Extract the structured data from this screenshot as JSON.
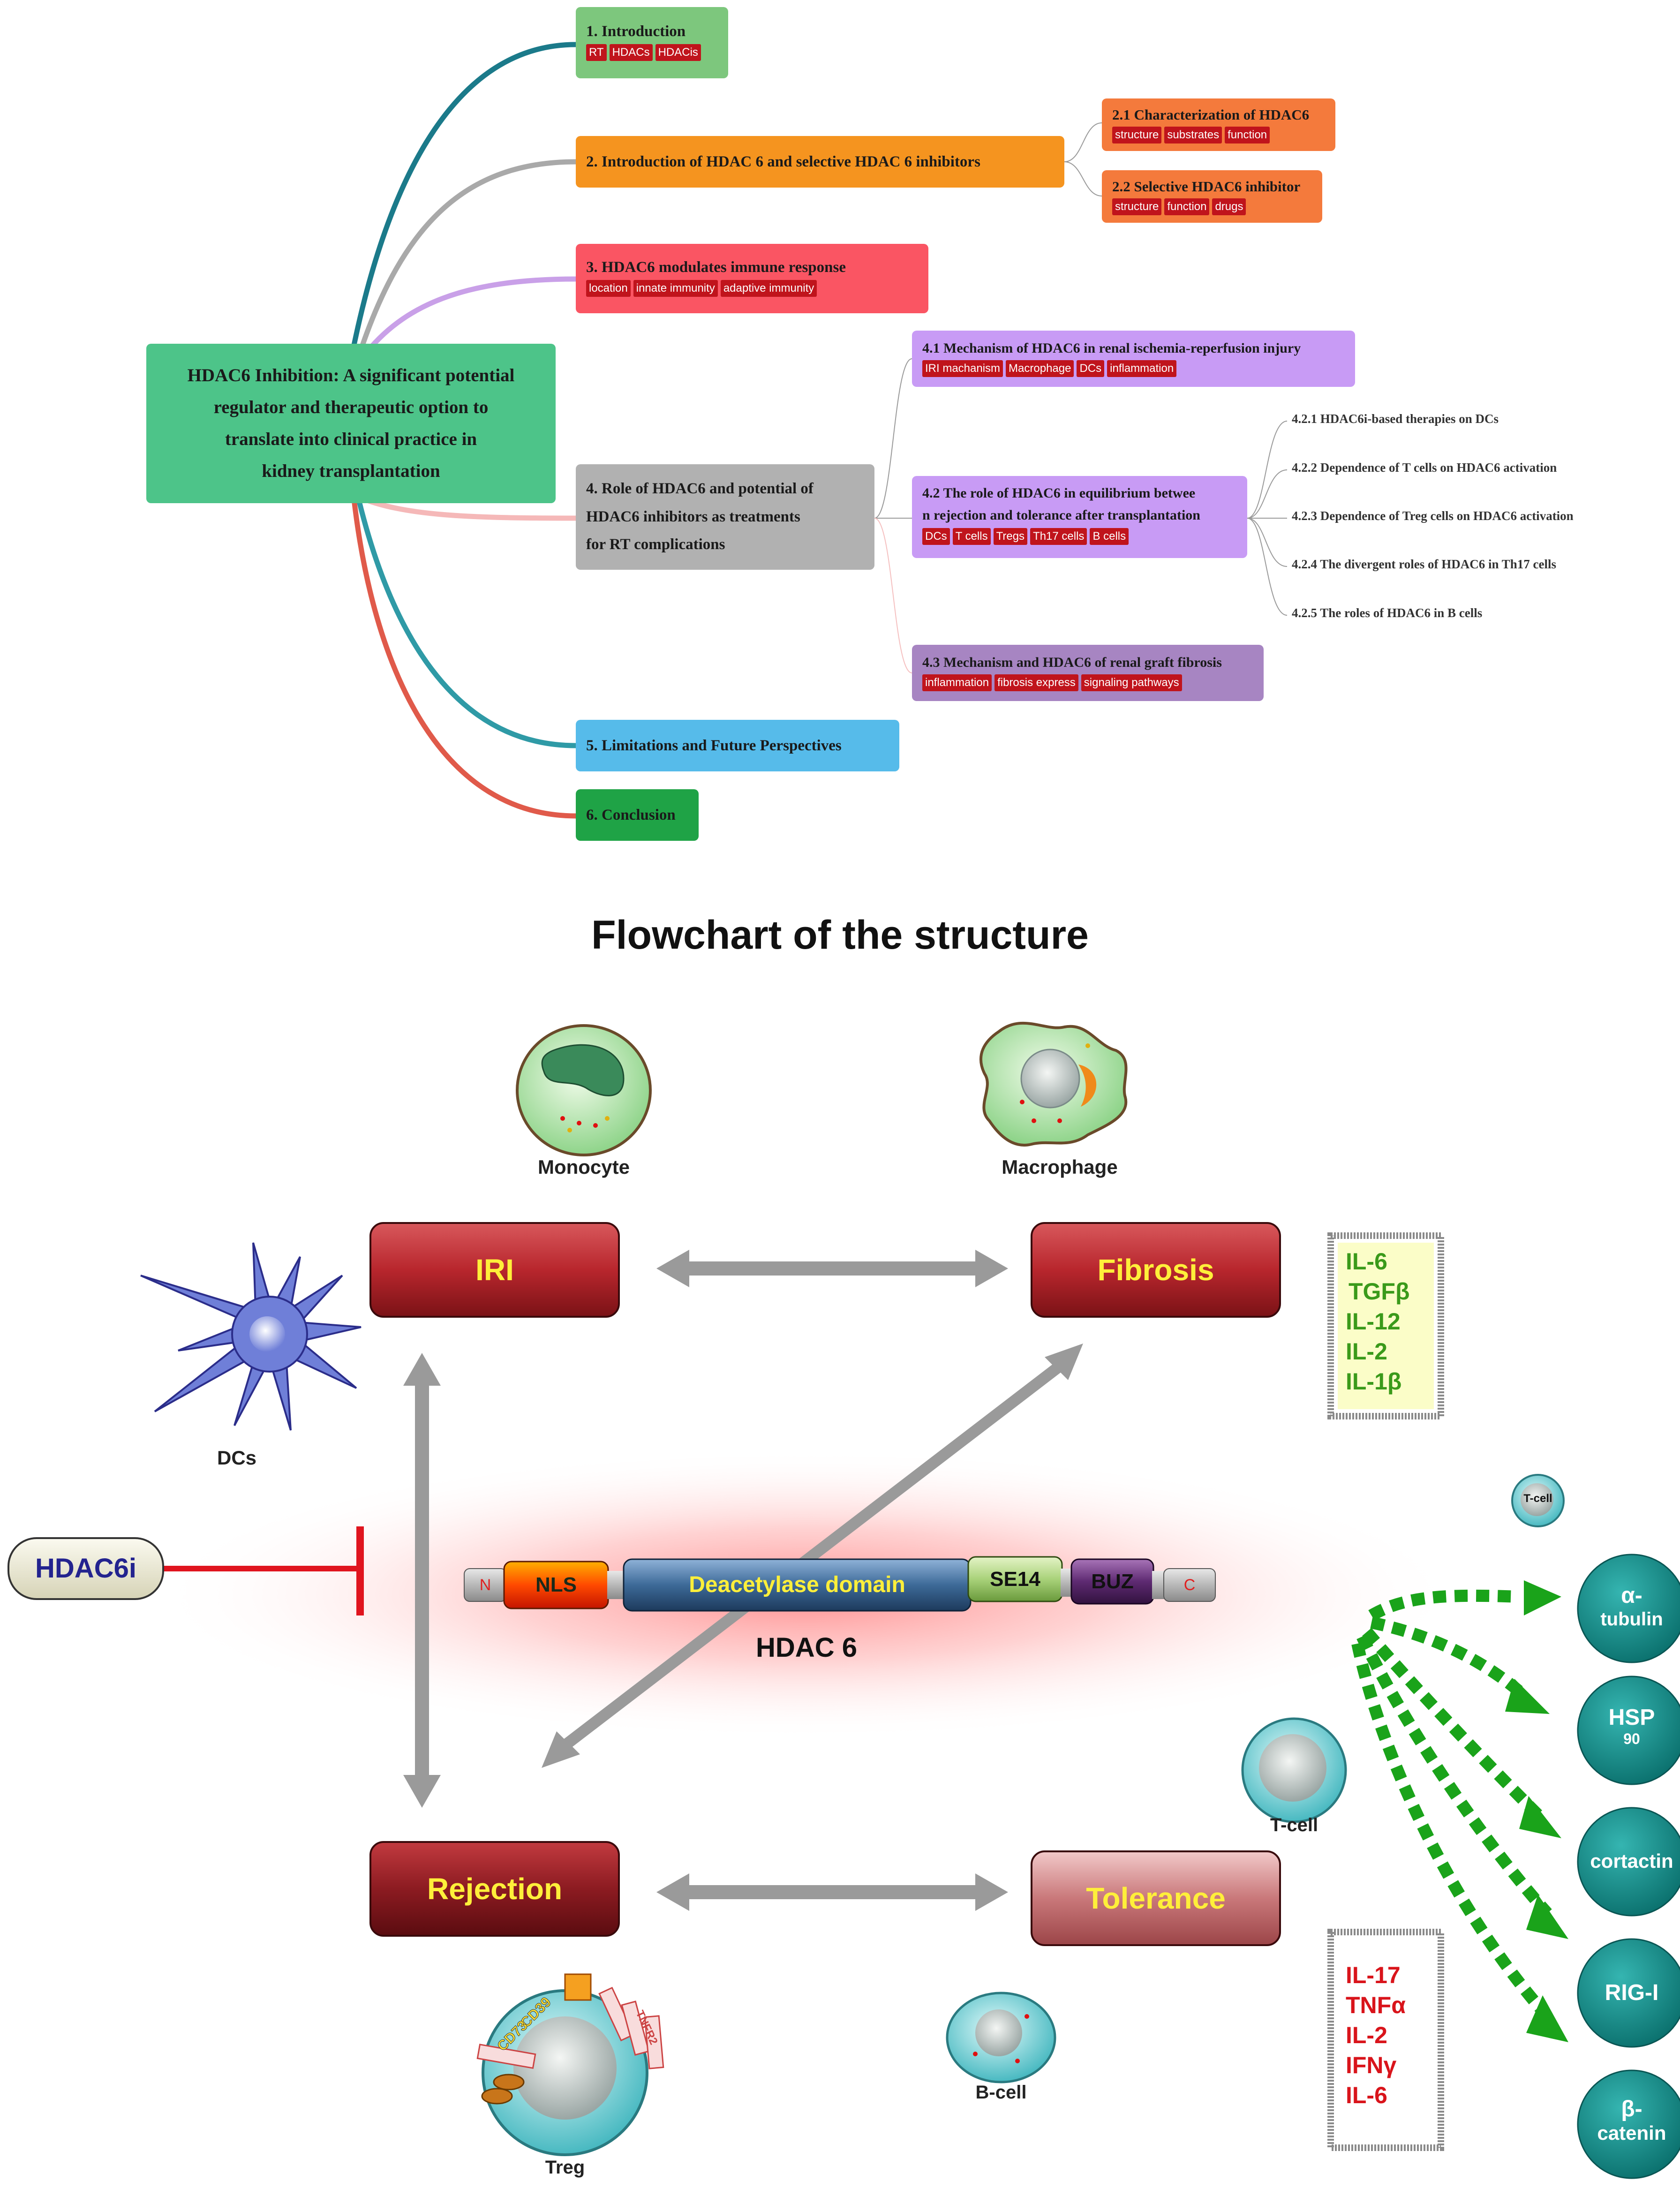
{
  "mindmap": {
    "center": {
      "lines": [
        "HDAC6 Inhibition: A significant potential",
        "regulator   and therapeutic  option to",
        "translate into clinical practice in",
        "kidney transplantation"
      ],
      "color": "#4dc489"
    },
    "nodes": [
      {
        "title": "1. Introduction",
        "tags": [
          "RT",
          "HDACs",
          "HDACis"
        ],
        "color": "#7dc77d"
      },
      {
        "title": "2. Introduction of HDAC 6 and   selective HDAC 6 inhibitors",
        "tags": [],
        "color": "#f5941f"
      },
      {
        "title": "3. HDAC6 modulates  immune response",
        "tags": [
          "location",
          "innate immunity",
          "adaptive immunity"
        ],
        "color": "#fa5563"
      },
      {
        "lines": [
          "4. Role of HDAC6 and potential of",
          "HDAC6 inhibitors  as  treatments",
          "for RT complications"
        ],
        "color": "#b1b1b1"
      },
      {
        "title": "5. Limitations and   Future Perspectives",
        "tags": [],
        "color": "#56bbea"
      },
      {
        "title": "6. Conclusion",
        "tags": [],
        "color": "#1fa346"
      }
    ],
    "sub2": [
      {
        "title": "2.1 Characterization of HDAC6",
        "tags": [
          "structure",
          "substrates",
          "function"
        ],
        "color": "#f47a3c"
      },
      {
        "title": "2.2 Selective HDAC6 inhibitor",
        "tags": [
          "structure",
          "function",
          "drugs"
        ],
        "color": "#f47a3c"
      }
    ],
    "sub4": [
      {
        "title": "4.1 Mechanism of HDAC6 in renal ischemia-reperfusion injury",
        "tags": [
          "IRI machanism",
          "Macrophage",
          "DCs",
          "inflammation"
        ],
        "color": "#c89bf5"
      },
      {
        "lines": [
          "4.2 The role of HDAC6 in equilibrium betwee",
          "n rejection  and tolerance after transplantation"
        ],
        "tags": [
          "DCs",
          "T cells",
          "Tregs",
          "Th17 cells",
          "B cells"
        ],
        "color": "#c89bf5"
      },
      {
        "title": "4.3 Mechanism and HDAC6 of renal graft fibrosis",
        "tags": [
          "inflammation",
          "fibrosis express",
          "signaling pathways"
        ],
        "color": "#a785c2"
      }
    ],
    "leaves42": [
      "4.2.1  HDAC6i-based therapies on DCs",
      "4.2.2  Dependence of T cells on HDAC6 activation",
      "4.2.3  Dependence of Treg cells on HDAC6 activation",
      "4.2.4  The divergent roles of HDAC6 in Th17 cells",
      "4.2.5  The roles of HDAC6 in B cells"
    ],
    "branch_colors": [
      "#1b7a8a",
      "#a9a9a9",
      "#c9a0e8",
      "#f5b8b8",
      "#2f9aa6",
      "#e05a4a"
    ]
  },
  "heading": "Flowchart of the structure",
  "flowchart": {
    "boxes": {
      "iri": "IRI",
      "fibrosis": "Fibrosis",
      "rejection": "Rejection",
      "tolerance": "Tolerance"
    },
    "cells": {
      "monocyte": "Monocyte",
      "macrophage": "Macrophage",
      "dcs": "DCs",
      "tcell_top": "T-cell",
      "tcell_mid": "T-cell",
      "bcell": "B-cell",
      "treg": "Treg"
    },
    "treg_markers": [
      "CD39",
      "CD73",
      "TNFR2"
    ],
    "inhibitor": "HDAC6i",
    "domains": {
      "n": "N",
      "nls": "NLS",
      "deacetylase": "Deacetylase domain",
      "se14": "SE14",
      "buz": "BUZ",
      "c": "C"
    },
    "protein_label": "HDAC 6",
    "cytokines_top": [
      "IL-6",
      "TGFβ",
      "IL-12",
      "IL-2",
      "IL-1β"
    ],
    "cytokines_bottom": [
      "IL-17",
      "TNFα",
      "IL-2",
      "IFNγ",
      "IL-6"
    ],
    "substrates": [
      {
        "line1": "α-",
        "line2": "tubulin"
      },
      {
        "line1": "HSP",
        "line2": "90"
      },
      {
        "line1": "cortactin",
        "line2": ""
      },
      {
        "line1": "RIG-I",
        "line2": ""
      },
      {
        "line1": "β-",
        "line2": "catenin"
      }
    ],
    "colors": {
      "box_red": "#b4232a",
      "label_yellow": "#ffef3a",
      "arrow_gray": "#9a9a9a",
      "inhibit_red": "#e0141e",
      "dotted_green": "#1aa31a",
      "substrate_teal": "#128f8c",
      "cytokine_green": "#3a9a1a",
      "cytokine_red": "#d9141b"
    }
  }
}
